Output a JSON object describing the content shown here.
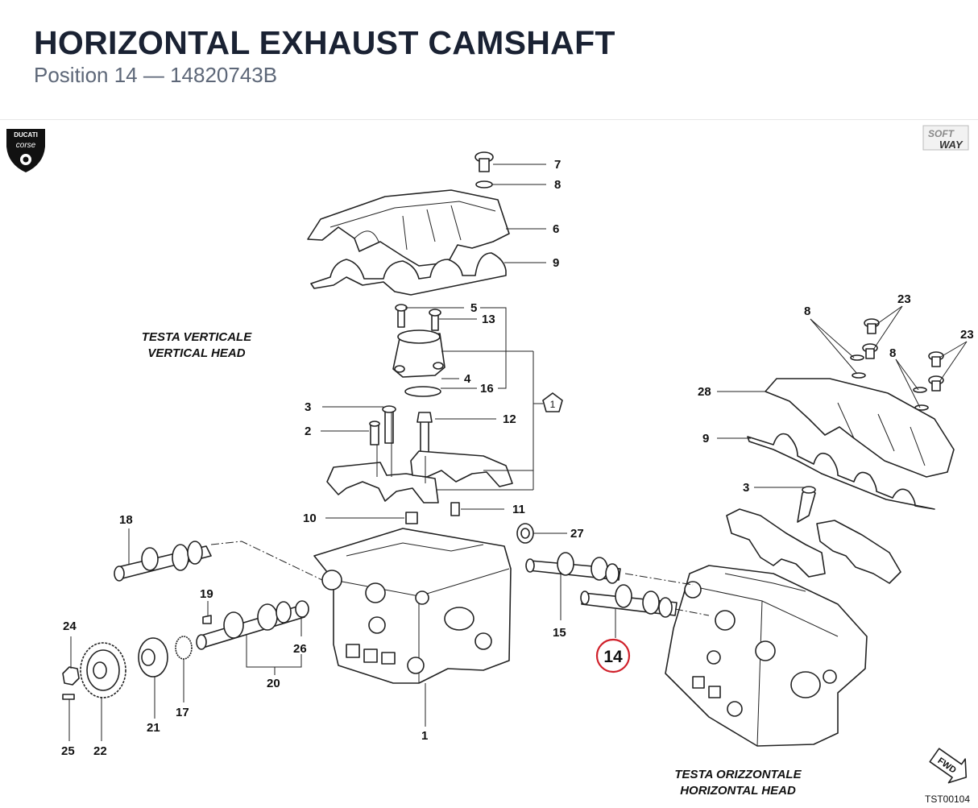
{
  "header": {
    "title": "HORIZONTAL EXHAUST CAMSHAFT",
    "subtitle": "Position 14 — 14820743B"
  },
  "logos": {
    "left_logo_lines": [
      "DUCATI",
      "corse"
    ],
    "right_logo_lines": [
      "SOFT",
      "WAY"
    ]
  },
  "captions": {
    "vertical_head_it": "TESTA VERTICALE",
    "vertical_head_en": "VERTICAL HEAD",
    "horizontal_head_it": "TESTA ORIZZONTALE",
    "horizontal_head_en": "HORIZONTAL HEAD"
  },
  "highlight": {
    "number": "14",
    "color": "#d0202a"
  },
  "note_symbol": "1",
  "fwd_label": "FWD",
  "drawing_code": "TST00104",
  "callouts": [
    "7",
    "8",
    "6",
    "9",
    "5",
    "13",
    "4",
    "16",
    "3",
    "2",
    "12",
    "18",
    "10",
    "11",
    "27",
    "19",
    "24",
    "26",
    "15",
    "20",
    "21",
    "17",
    "25",
    "22",
    "1",
    "8",
    "23",
    "8",
    "23",
    "28",
    "9",
    "3"
  ]
}
